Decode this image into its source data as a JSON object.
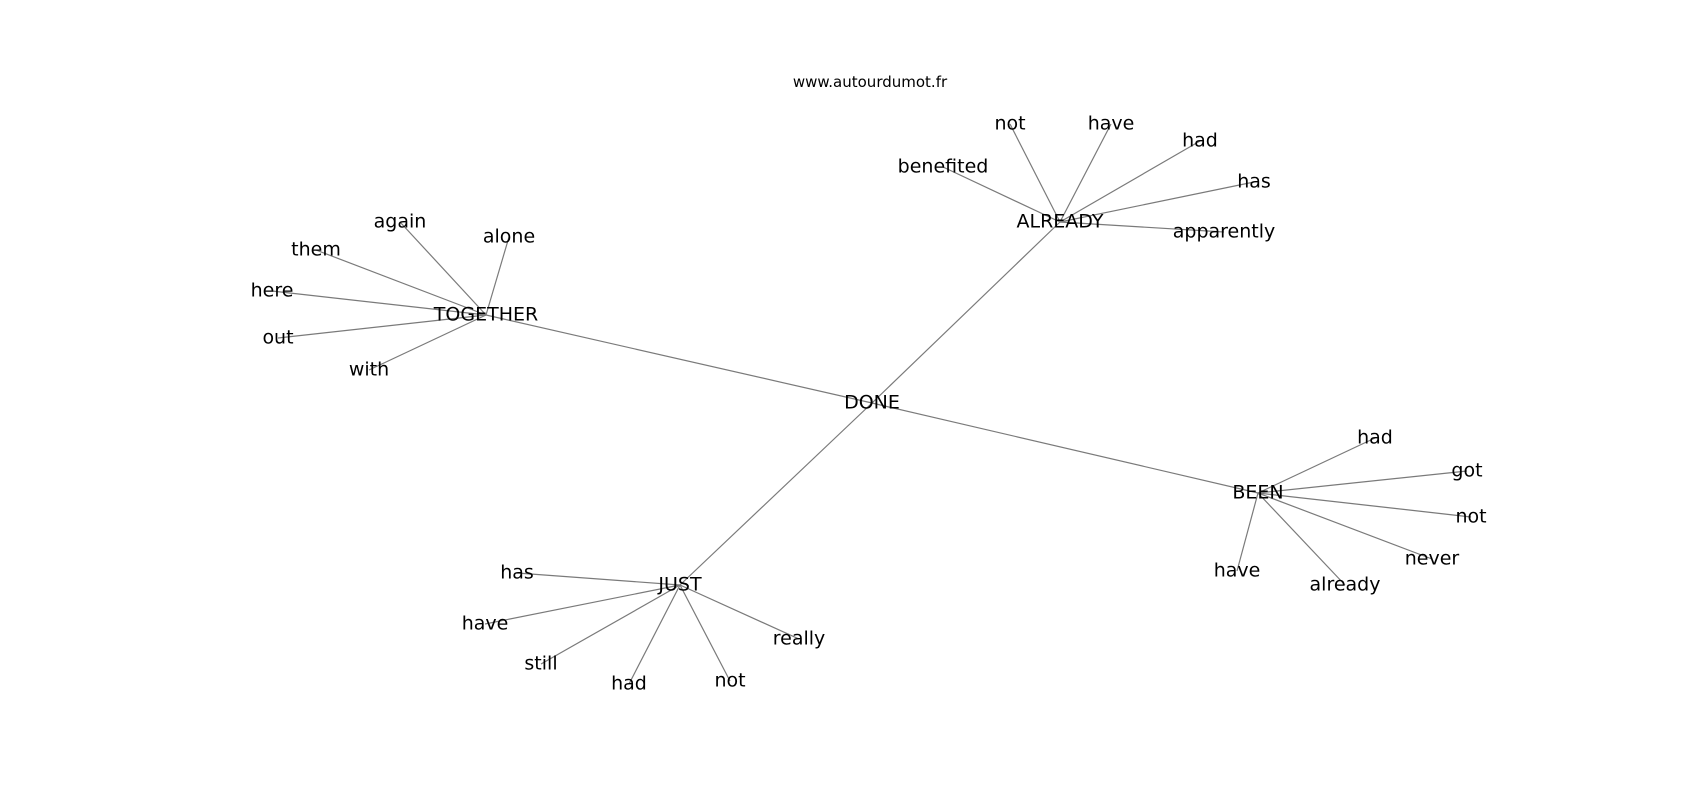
{
  "site_url": "www.autourdumot.fr",
  "word_map": {
    "center": "DONE",
    "clusters": [
      {
        "word": "TOGETHER",
        "associates": [
          "again",
          "alone",
          "them",
          "here",
          "out",
          "with"
        ]
      },
      {
        "word": "ALREADY",
        "associates": [
          "not",
          "have",
          "had",
          "benefited",
          "has",
          "apparently"
        ]
      },
      {
        "word": "BEEN",
        "associates": [
          "had",
          "got",
          "not",
          "never",
          "already",
          "have"
        ]
      },
      {
        "word": "JUST",
        "associates": [
          "has",
          "have",
          "still",
          "had",
          "not",
          "really"
        ]
      }
    ]
  }
}
